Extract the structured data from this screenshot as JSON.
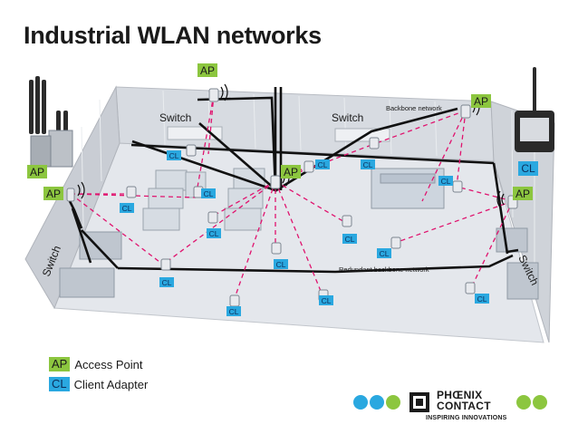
{
  "title": "Industrial WLAN networks",
  "labels": {
    "switch": "Switch",
    "backbone": "Backbone network",
    "redundant_backbone": "Redundant backbone network"
  },
  "tags": {
    "ap": "AP",
    "cl": "CL"
  },
  "legend": [
    {
      "tag": "AP",
      "text": "Access Point",
      "color": "#8cc63f"
    },
    {
      "tag": "CL",
      "text": "Client Adapter",
      "color": "#2aa8e0"
    }
  ],
  "brand": {
    "name_line1": "PHŒNIX",
    "name_line2": "CONTACT",
    "slogan": "INSPIRING INNOVATIONS",
    "dot_colors": [
      "#2aa8e0",
      "#2aa8e0",
      "#8cc63f",
      "#8cc63f",
      "#8cc63f"
    ]
  },
  "colors": {
    "ap_green": "#8cc63f",
    "cl_blue": "#2aa8e0",
    "wireless_link": "#e0136e",
    "backbone": "#111111"
  }
}
